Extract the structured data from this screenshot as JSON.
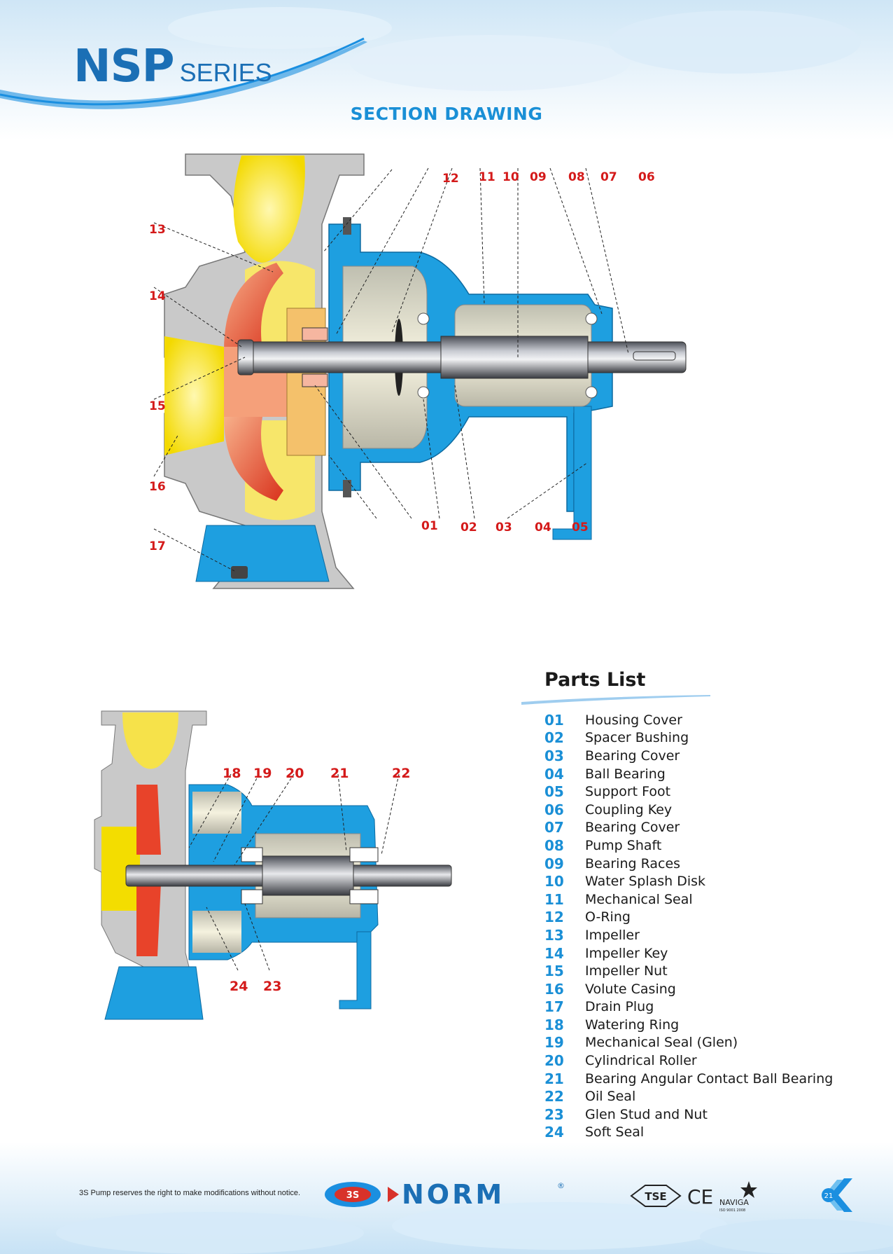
{
  "header": {
    "series_brand": "NSP",
    "series_label": "SERIES",
    "section_title": "SECTION DRAWING"
  },
  "drawing1": {
    "callouts_top": [
      "12",
      "11",
      "10",
      "09",
      "08",
      "07",
      "06"
    ],
    "callouts_left": [
      "13",
      "14",
      "15",
      "16",
      "17"
    ],
    "callouts_bottom": [
      "01",
      "02",
      "03",
      "04",
      "05"
    ]
  },
  "drawing2": {
    "callouts_top": [
      "18",
      "19",
      "20",
      "21",
      "22"
    ],
    "callouts_bottom": [
      "24",
      "23"
    ]
  },
  "parts_list": {
    "title": "Parts List",
    "items": [
      {
        "num": "01",
        "name": "Housing Cover"
      },
      {
        "num": "02",
        "name": "Spacer Bushing"
      },
      {
        "num": "03",
        "name": "Bearing Cover"
      },
      {
        "num": "04",
        "name": "Ball Bearing"
      },
      {
        "num": "05",
        "name": "Support Foot"
      },
      {
        "num": "06",
        "name": "Coupling Key"
      },
      {
        "num": "07",
        "name": "Bearing Cover"
      },
      {
        "num": "08",
        "name": "Pump Shaft"
      },
      {
        "num": "09",
        "name": "Bearing Races"
      },
      {
        "num": "10",
        "name": "Water Splash Disk"
      },
      {
        "num": "11",
        "name": "Mechanical Seal"
      },
      {
        "num": "12",
        "name": "O-Ring"
      },
      {
        "num": "13",
        "name": "Impeller"
      },
      {
        "num": "14",
        "name": "Impeller Key"
      },
      {
        "num": "15",
        "name": "Impeller Nut"
      },
      {
        "num": "16",
        "name": "Volute Casing"
      },
      {
        "num": "17",
        "name": "Drain Plug"
      },
      {
        "num": "18",
        "name": "Watering Ring"
      },
      {
        "num": "19",
        "name": "Mechanical Seal (Glen)"
      },
      {
        "num": "20",
        "name": "Cylindrical Roller"
      },
      {
        "num": "21",
        "name": "Bearing Angular Contact Ball Bearing"
      },
      {
        "num": "22",
        "name": "Oil Seal"
      },
      {
        "num": "23",
        "name": "Glen Stud and Nut"
      },
      {
        "num": "24",
        "name": "Soft Seal"
      }
    ]
  },
  "footer": {
    "note": "3S Pump reserves the right to make modifications without notice.",
    "logo_badge": "3S",
    "logo_text": "NORM",
    "registered": "®",
    "cert_tse": "TSE",
    "cert_ce": "CE",
    "cert_naviga": "NAVIGA",
    "cert_iso": "ISO 9001 2008",
    "page_number": "21"
  },
  "colors": {
    "brand_blue": "#1b6fb5",
    "accent_blue": "#1a8fd6",
    "callout_red": "#d41a1a",
    "casing_grey": "#c9c9c9",
    "frame_blue": "#1e9fe0",
    "fluid_yellow": "#f6e600",
    "impeller_red": "#e8432a"
  }
}
